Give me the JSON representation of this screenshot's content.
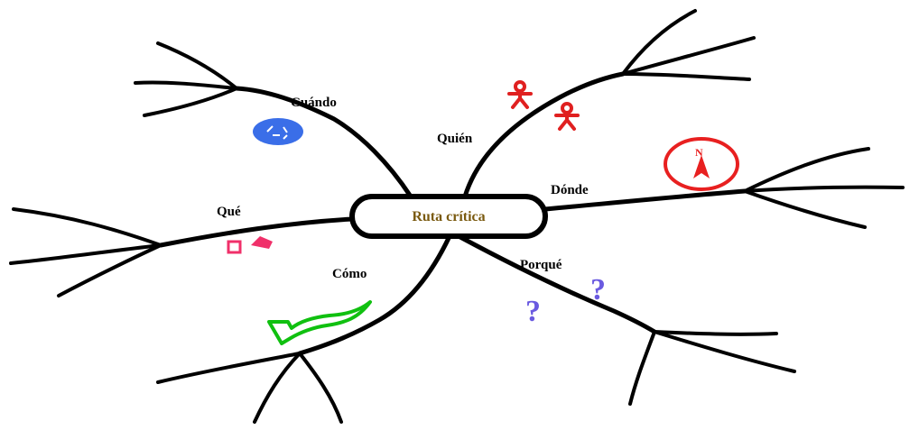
{
  "center": {
    "label": "Ruta crítica",
    "label_color": "#7a5a10"
  },
  "branches": [
    {
      "id": "cuando",
      "label": "Cuándo",
      "icon": "clock-icon",
      "icon_color": "#3a6ee8"
    },
    {
      "id": "quien",
      "label": "Quién",
      "icon": "person-icon",
      "icon_color": "#e02020"
    },
    {
      "id": "donde",
      "label": "Dónde",
      "icon": "compass-icon",
      "icon_color": "#e82020",
      "compass_letter": "N"
    },
    {
      "id": "que",
      "label": "Qué",
      "icon": "objects-icon",
      "icon_color": "#f0306a"
    },
    {
      "id": "como",
      "label": "Cómo",
      "icon": "path-arrow-icon",
      "icon_color": "#10c010"
    },
    {
      "id": "porque",
      "label": "Porqué",
      "icon": "question-mark-icon",
      "icon_color": "#6a5ae0"
    }
  ],
  "question_glyph": "?"
}
